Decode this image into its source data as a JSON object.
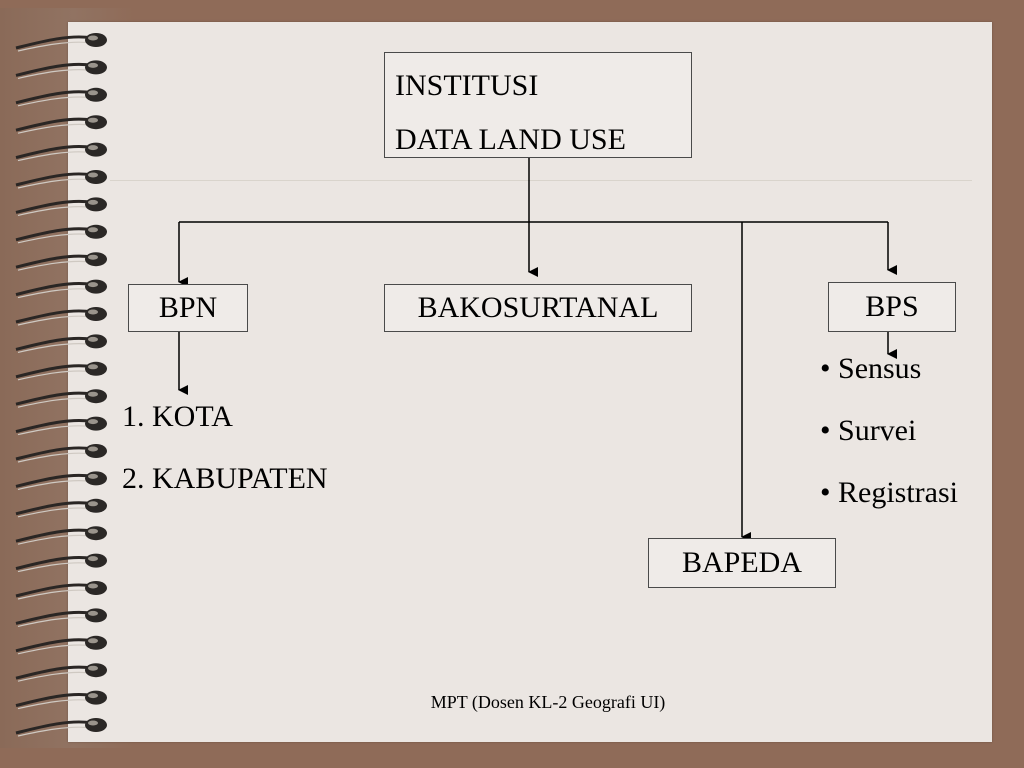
{
  "root": {
    "line1": "INSTITUSI",
    "line2": "DATA LAND USE"
  },
  "nodes": {
    "bpn": "BPN",
    "bakosurtanal": "BAKOSURTANAL",
    "bps": "BPS",
    "bapeda": "BAPEDA"
  },
  "bpn_list": [
    "1. KOTA",
    "2. KABUPATEN"
  ],
  "bps_list": [
    "• Sensus",
    "• Survei",
    "• Registrasi"
  ],
  "footer": "MPT (Dosen KL-2 Geografi UI)",
  "colors": {
    "frame": "#8f6b58",
    "page": "#ebe6e2",
    "line": "#000000"
  }
}
